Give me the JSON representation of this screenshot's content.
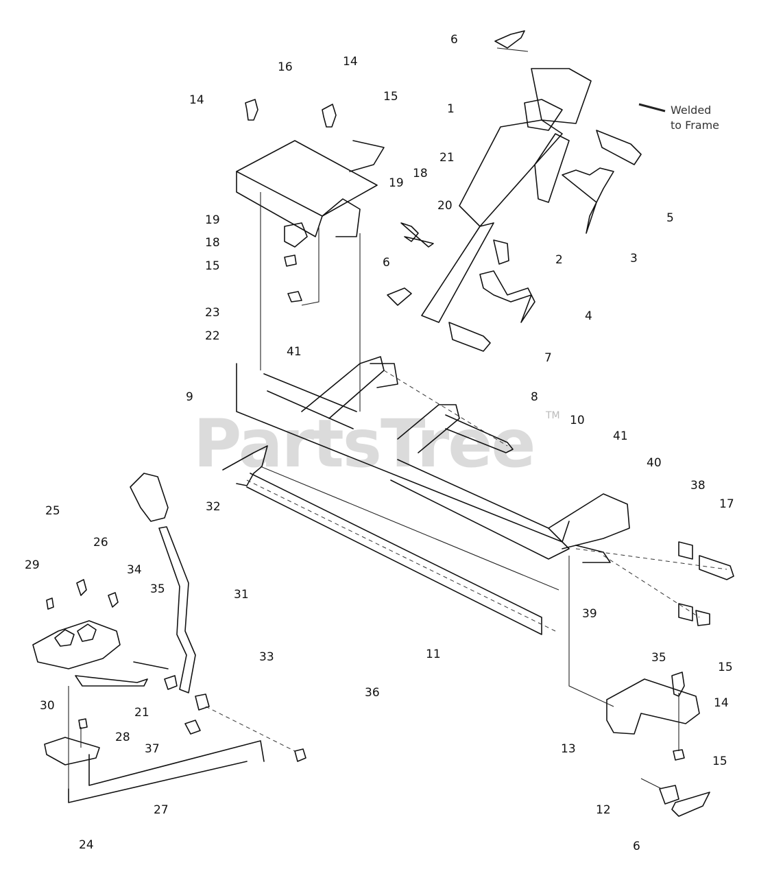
{
  "watermark": {
    "text": "PartsTree",
    "tm": "TM"
  },
  "note": {
    "line1": "Welded",
    "line2": "to Frame"
  },
  "callouts": [
    {
      "id": "c1",
      "text": "6"
    },
    {
      "id": "c2",
      "text": "16"
    },
    {
      "id": "c3",
      "text": "14"
    },
    {
      "id": "c4",
      "text": "14"
    },
    {
      "id": "c5",
      "text": "15"
    },
    {
      "id": "c6",
      "text": "1"
    },
    {
      "id": "c7",
      "text": "21"
    },
    {
      "id": "c8",
      "text": "18"
    },
    {
      "id": "c9",
      "text": "19"
    },
    {
      "id": "c10",
      "text": "20"
    },
    {
      "id": "c11",
      "text": "19"
    },
    {
      "id": "c12",
      "text": "18"
    },
    {
      "id": "c13",
      "text": "15"
    },
    {
      "id": "c14",
      "text": "5"
    },
    {
      "id": "c15",
      "text": "6"
    },
    {
      "id": "c16",
      "text": "2"
    },
    {
      "id": "c17",
      "text": "3"
    },
    {
      "id": "c18",
      "text": "23"
    },
    {
      "id": "c19",
      "text": "22"
    },
    {
      "id": "c20",
      "text": "4"
    },
    {
      "id": "c21",
      "text": "41"
    },
    {
      "id": "c22",
      "text": "7"
    },
    {
      "id": "c23",
      "text": "9"
    },
    {
      "id": "c24",
      "text": "8"
    },
    {
      "id": "c25",
      "text": "10"
    },
    {
      "id": "c26",
      "text": "41"
    },
    {
      "id": "c27",
      "text": "40"
    },
    {
      "id": "c28",
      "text": "38"
    },
    {
      "id": "c29",
      "text": "17"
    },
    {
      "id": "c30",
      "text": "32"
    },
    {
      "id": "c31",
      "text": "25"
    },
    {
      "id": "c32",
      "text": "26"
    },
    {
      "id": "c33",
      "text": "29"
    },
    {
      "id": "c34",
      "text": "34"
    },
    {
      "id": "c35",
      "text": "35"
    },
    {
      "id": "c36",
      "text": "31"
    },
    {
      "id": "c37",
      "text": "39"
    },
    {
      "id": "c38",
      "text": "33"
    },
    {
      "id": "c39",
      "text": "11"
    },
    {
      "id": "c40",
      "text": "35"
    },
    {
      "id": "c41",
      "text": "15"
    },
    {
      "id": "c42",
      "text": "36"
    },
    {
      "id": "c43",
      "text": "14"
    },
    {
      "id": "c44",
      "text": "30"
    },
    {
      "id": "c45",
      "text": "21"
    },
    {
      "id": "c46",
      "text": "28"
    },
    {
      "id": "c47",
      "text": "37"
    },
    {
      "id": "c48",
      "text": "13"
    },
    {
      "id": "c49",
      "text": "15"
    },
    {
      "id": "c50",
      "text": "27"
    },
    {
      "id": "c51",
      "text": "12"
    },
    {
      "id": "c52",
      "text": "24"
    },
    {
      "id": "c53",
      "text": "6"
    }
  ]
}
